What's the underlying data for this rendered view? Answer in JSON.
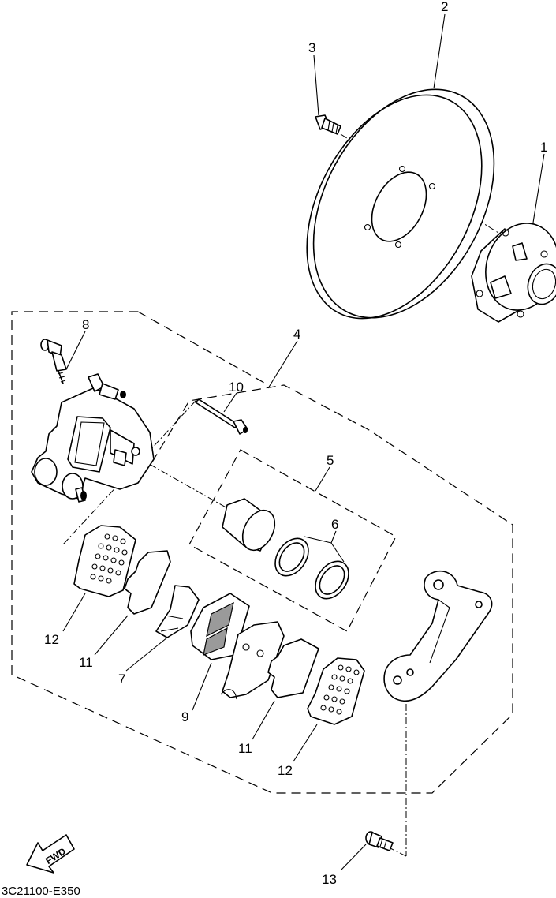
{
  "labels": {
    "p1": "1",
    "p2": "2",
    "p3": "3",
    "p4": "4",
    "p5": "5",
    "p6": "6",
    "p7": "7",
    "p8": "8",
    "p9": "9",
    "p10": "10",
    "p11a": "11",
    "p11b": "11",
    "p12a": "12",
    "p12b": "12",
    "p13": "13"
  },
  "fwd": "FWD",
  "drawing_code": "3C21100-E350"
}
